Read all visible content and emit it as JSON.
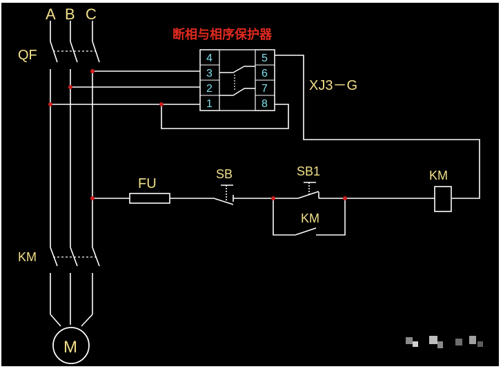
{
  "colors": {
    "background": "#000000",
    "wire": "#ffffff",
    "label": "#f2e08a",
    "title": "#e02a1f",
    "terminal": "#7fe0ee",
    "junction": "#d22020",
    "frame": "#3a6ea5"
  },
  "phases": {
    "a": "A",
    "b": "B",
    "c": "C"
  },
  "breaker_label": "QF",
  "protector": {
    "title": "断相与相序保护器",
    "model": "XJ3－G",
    "terminals": {
      "t1": "1",
      "t2": "2",
      "t3": "3",
      "t4": "4",
      "t5": "5",
      "t6": "6",
      "t7": "7",
      "t8": "8"
    }
  },
  "fuse_label": "FU",
  "stop_button_label": "SB",
  "start_button_label": "SB1",
  "holding_contact_label": "KM",
  "coil_label": "KM",
  "contactor_label": "KM",
  "motor_label": "M"
}
